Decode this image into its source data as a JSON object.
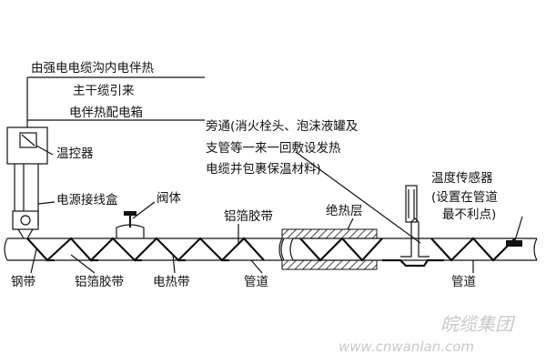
{
  "labels": {
    "source_line1": "由强电电缆沟内电伴热",
    "source_line2": "主干缆引来",
    "dist_box": "电伴热配电箱",
    "thermostat": "温控器",
    "junction_box": "电源接线盒",
    "valve": "阀体",
    "foil_tape_top": "铝箔胶带",
    "insulation": "绝热层",
    "bypass_line1": "旁通(消火栓头、泡沫液罐及",
    "bypass_line2": "支管等一来一回敷设发热",
    "bypass_line3": "电缆并包裹保温材料)",
    "sensor_line1": "温度传感器",
    "sensor_line2": "(设置在管道",
    "sensor_line3": "最不利点)",
    "steel_band": "钢带",
    "foil_tape_bottom": "铝箔胶带",
    "heating_tape": "电热带",
    "pipe_left": "管道",
    "pipe_right": "管道",
    "watermark_cn": "皖缆集团",
    "watermark_url": "www.cnwanlan.com"
  }
}
